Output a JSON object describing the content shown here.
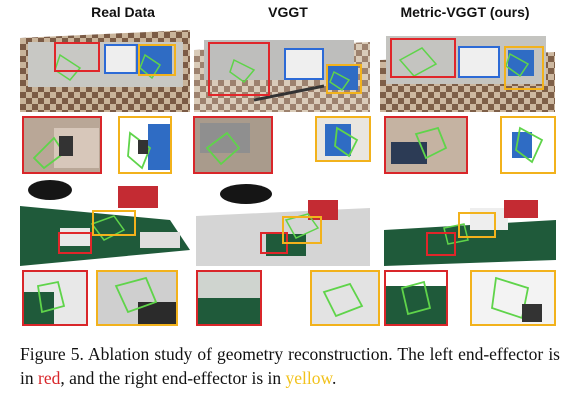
{
  "columns": [
    {
      "title": "Real Data"
    },
    {
      "title": "VGGT"
    },
    {
      "title": "Metric-VGGT (ours)"
    }
  ],
  "caption": {
    "prefix": "Figure 5. Ablation study of geometry reconstruction. The left end-effector is in ",
    "red_word": "red",
    "middle": ", and the right end-effector is in ",
    "yellow_word": "yellow",
    "suffix": "."
  },
  "colors": {
    "left_effector": "#d9262a",
    "right_effector": "#f2b21c",
    "scene_box": "#2c6ad6",
    "gripper_mesh": "#5fd44a"
  }
}
